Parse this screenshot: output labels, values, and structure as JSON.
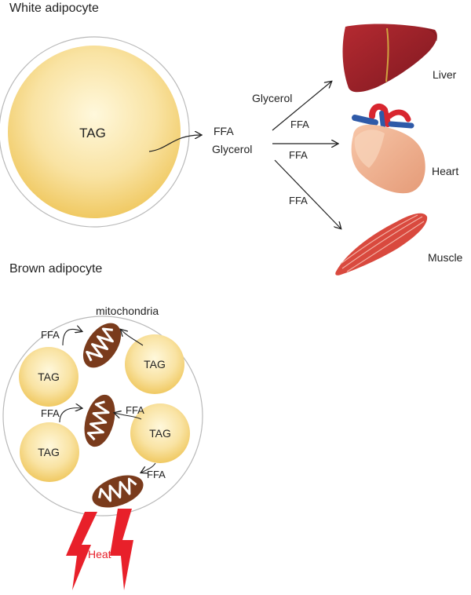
{
  "white_section": {
    "title": "White adipocyte",
    "tag_label": "TAG",
    "released": [
      "FFA",
      "Glycerol"
    ],
    "arrows": {
      "liver": [
        "Glycerol",
        "FFA"
      ],
      "heart": "FFA",
      "muscle": "FFA"
    },
    "organs": [
      "Liver",
      "Heart",
      "Muscle"
    ]
  },
  "brown_section": {
    "title": "Brown adipocyte",
    "mitochondria_label": "mitochondria",
    "tag_labels": [
      "TAG",
      "TAG",
      "TAG",
      "TAG"
    ],
    "ffa_labels": [
      "FFA",
      "FFA",
      "FFA",
      "FFA"
    ],
    "heat_label": "Heat"
  },
  "colors": {
    "fat_light": "#fdf3cf",
    "fat_dark": "#f3cf6e",
    "mito_brown": "#7a3b1c",
    "heat_red": "#e8202a",
    "liver_red": "#a8232b",
    "heart_peach": "#eaa886",
    "muscle_red": "#d9493e"
  }
}
